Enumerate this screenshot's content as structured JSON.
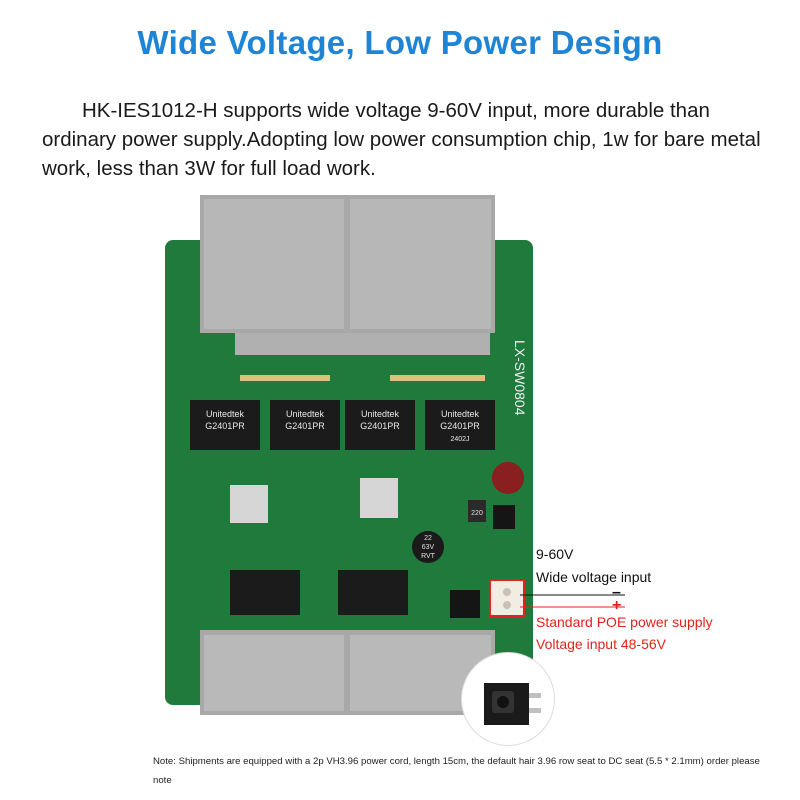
{
  "heading": "Wide Voltage,  Low Power Design",
  "intro": "HK-IES1012-H supports wide voltage 9-60V input, more durable than ordinary power supply.Adopting low power consumption chip, 1w for bare metal work, less than 3W for full load work.",
  "board": {
    "silkscreen_label": "LX-SW0804",
    "chip_brand": "Unitedtek",
    "chip_model": "G2401PR",
    "chip_date": "2402J",
    "capacitor_text": [
      "22",
      "63V",
      "RVT"
    ],
    "resistor_mark": "220"
  },
  "annotations": {
    "range": "9-60V",
    "wide_input": "Wide voltage input",
    "minus": "–",
    "plus": "+",
    "poe": "Standard POE power supply",
    "poe_voltage": "Voltage input 48-56V"
  },
  "note": "Note: Shipments are equipped with a 2p VH3.96 power cord, length 15cm, the default hair 3.96 row seat to DC seat (5.5 * 2.1mm) order please note",
  "colors": {
    "heading": "#1e84d6",
    "pcb": "#1f7a3c",
    "accent_red": "#e0241b"
  }
}
